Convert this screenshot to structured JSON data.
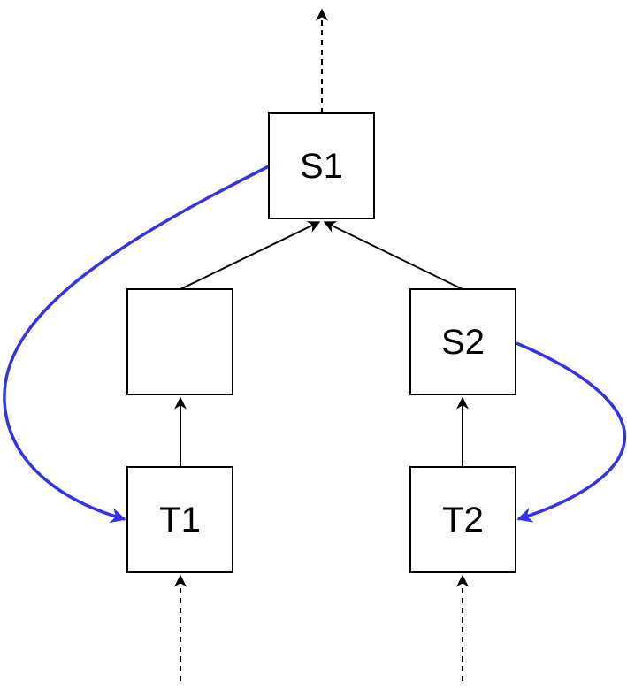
{
  "nodes": {
    "s1": {
      "label": "S1"
    },
    "mid_left": {
      "label": ""
    },
    "s2": {
      "label": "S2"
    },
    "t1": {
      "label": "T1"
    },
    "t2": {
      "label": "T2"
    }
  },
  "edges": [
    {
      "from": "mid_left",
      "to": "s1",
      "style": "solid"
    },
    {
      "from": "s2",
      "to": "s1",
      "style": "solid"
    },
    {
      "from": "t1",
      "to": "mid_left",
      "style": "solid"
    },
    {
      "from": "t2",
      "to": "s2",
      "style": "solid"
    },
    {
      "from": "s1",
      "to": "outside-top",
      "style": "dashed"
    },
    {
      "from": "outside-bottom",
      "to": "t1",
      "style": "dashed"
    },
    {
      "from": "outside-bottom",
      "to": "t2",
      "style": "dashed"
    },
    {
      "from": "s1",
      "to": "t1",
      "style": "curved",
      "color": "#3333ee"
    },
    {
      "from": "s2",
      "to": "t2",
      "style": "curved",
      "color": "#3333ee"
    }
  ],
  "colors": {
    "accent": "#3333ee",
    "stroke": "#000000",
    "background": "#ffffff"
  }
}
